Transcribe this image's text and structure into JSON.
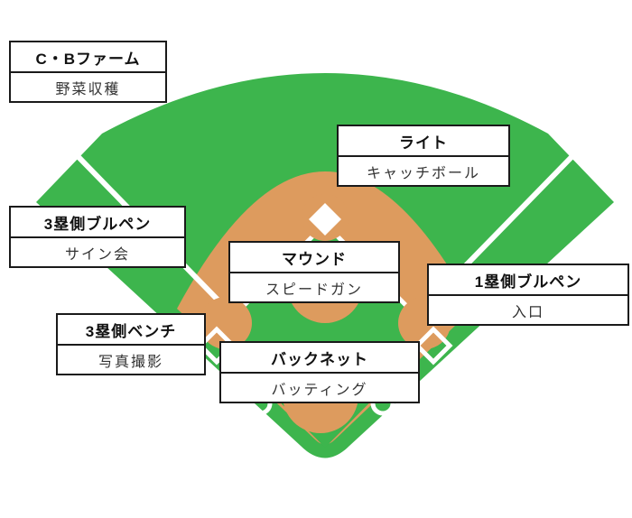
{
  "diagram": {
    "type": "baseball-field-event-map",
    "labels": [
      {
        "id": "cb-farm",
        "title": "C・Bファーム",
        "subtitle": "野菜収穫"
      },
      {
        "id": "right-field",
        "title": "ライト",
        "subtitle": "キャッチボール"
      },
      {
        "id": "third-base-bullpen",
        "title": "3塁側ブルペン",
        "subtitle": "サイン会"
      },
      {
        "id": "mound",
        "title": "マウンド",
        "subtitle": "スピードガン"
      },
      {
        "id": "first-base-bullpen",
        "title": "1塁側ブルペン",
        "subtitle": "入口"
      },
      {
        "id": "third-base-bench",
        "title": "3塁側ベンチ",
        "subtitle": "写真撮影"
      },
      {
        "id": "backnet",
        "title": "バックネット",
        "subtitle": "バッティング"
      }
    ]
  },
  "colors": {
    "field_green": "#3db54d",
    "infield_tan": "#dd9b5e",
    "line_white": "#ffffff",
    "box_border": "#1a1a1a",
    "title_text": "#111111",
    "subtitle_text": "#333333"
  }
}
